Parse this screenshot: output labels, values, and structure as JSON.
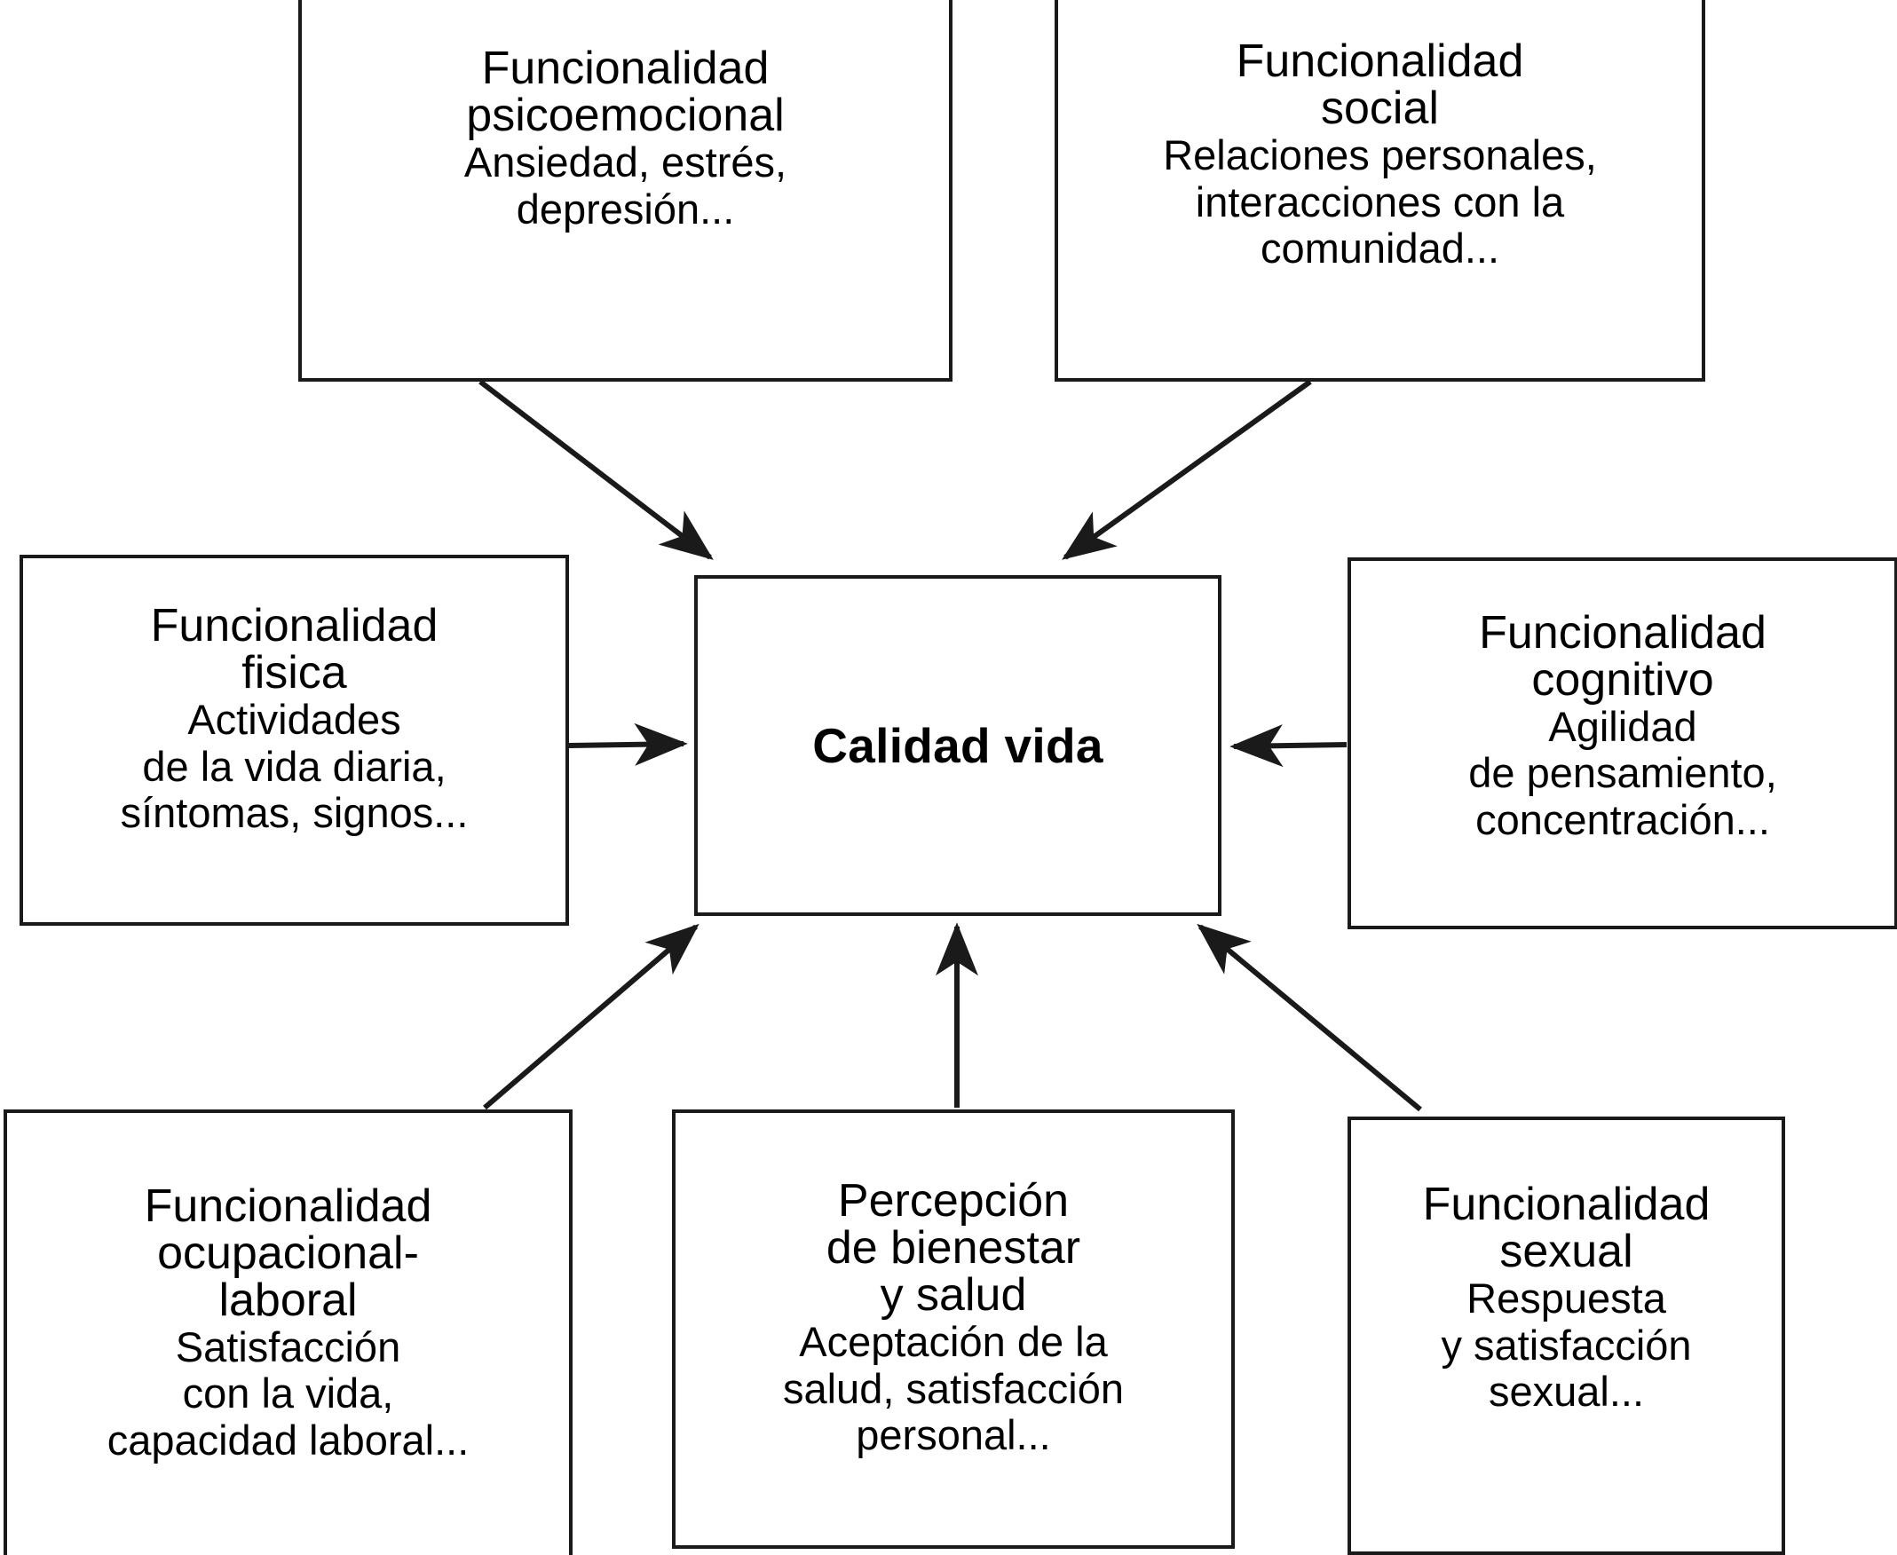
{
  "diagram": {
    "title": "Calidad vida",
    "center": {
      "label": "Calidad vida"
    },
    "nodes": [
      {
        "id": "psicoemocional",
        "title": [
          "Funcionalidad",
          "psicoemocional"
        ],
        "desc": [
          "Ansiedad, estrés,",
          "depresión..."
        ]
      },
      {
        "id": "social",
        "title": [
          "Funcionalidad",
          "social"
        ],
        "desc": [
          "Relaciones personales,",
          "interacciones con la",
          "comunidad..."
        ]
      },
      {
        "id": "fisica",
        "title": [
          "Funcionalidad",
          "fisica"
        ],
        "desc": [
          "Actividades",
          "de la vida diaria,",
          "síntomas, signos..."
        ]
      },
      {
        "id": "cognitivo",
        "title": [
          "Funcionalidad",
          "cognitivo"
        ],
        "desc": [
          "Agilidad",
          "de pensamiento,",
          "concentración..."
        ]
      },
      {
        "id": "ocupacional",
        "title": [
          "Funcionalidad",
          "ocupacional-",
          "laboral"
        ],
        "desc": [
          "Satisfacción",
          "con la vida,",
          "capacidad laboral..."
        ]
      },
      {
        "id": "bienestar",
        "title": [
          "Percepción",
          "de bienestar",
          "y salud"
        ],
        "desc": [
          "Aceptación de la",
          "salud, satisfacción",
          "personal..."
        ]
      },
      {
        "id": "sexual",
        "title": [
          "Funcionalidad",
          "sexual"
        ],
        "desc": [
          "Respuesta",
          "y satisfacción",
          "sexual..."
        ]
      }
    ],
    "edges": [
      {
        "from": "psicoemocional",
        "to": "center",
        "style": "diagonal-down-right"
      },
      {
        "from": "social",
        "to": "center",
        "style": "diagonal-down-left"
      },
      {
        "from": "fisica",
        "to": "center",
        "style": "horizontal-right"
      },
      {
        "from": "cognitivo",
        "to": "center",
        "style": "horizontal-left"
      },
      {
        "from": "ocupacional",
        "to": "center",
        "style": "diagonal-up-right"
      },
      {
        "from": "bienestar",
        "to": "center",
        "style": "vertical-up"
      },
      {
        "from": "sexual",
        "to": "center",
        "style": "diagonal-up-left"
      }
    ],
    "colors": {
      "stroke": "#1a1a1a",
      "background": "#ffffff",
      "text": "#000000"
    }
  }
}
